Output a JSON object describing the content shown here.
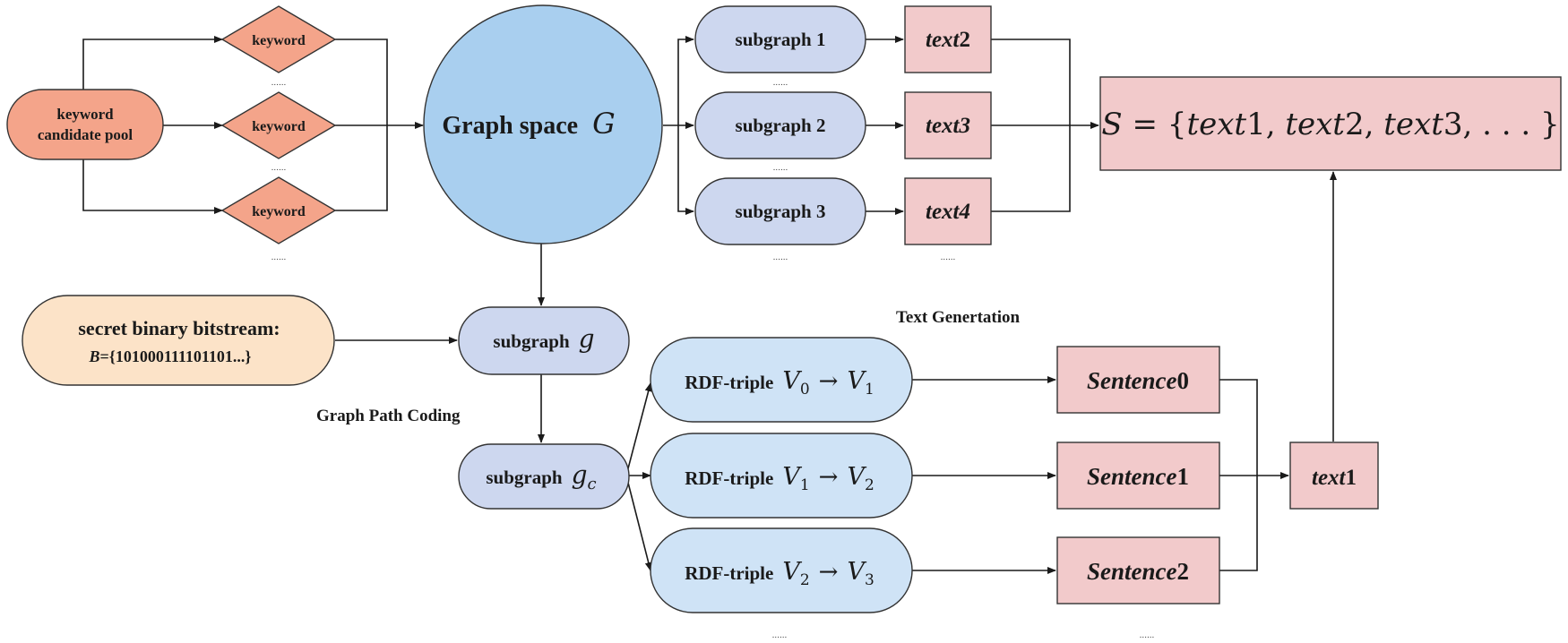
{
  "colors": {
    "orange_fill": "#F4A48A",
    "blue_circle": "#A9CFEF",
    "lavender_fill": "#CDD7EF",
    "light_blue_fill": "#CFE3F6",
    "pink_fill": "#F2CACB",
    "cream_fill": "#FCE3C8",
    "stroke": "#333333"
  },
  "ellipsis": "......",
  "keyword_pool": {
    "line1": "keyword",
    "line2": "candidate pool"
  },
  "keyword_nodes": [
    "keyword",
    "keyword",
    "keyword"
  ],
  "graph_space": {
    "label": "Graph space",
    "symbol": "G"
  },
  "subgraphs": [
    "subgraph 1",
    "subgraph 2",
    "subgraph 3"
  ],
  "texts": [
    {
      "italic": "text",
      "num": "2"
    },
    {
      "italic": "text3",
      "num": ""
    },
    {
      "italic": "text4",
      "num": ""
    }
  ],
  "set_box": {
    "lhs": "S",
    "eq": " = {",
    "items": [
      {
        "i": "text",
        "n": "1"
      },
      {
        "i": "text",
        "n": "2"
      },
      {
        "i": "text",
        "n": "3"
      }
    ],
    "tail": ", . . . }"
  },
  "secret": {
    "line1": "secret binary bitstream:",
    "var": "B",
    "value": "={101000111101101...}"
  },
  "subgraph_g": {
    "label": "subgraph",
    "symbol": "g"
  },
  "subgraph_gc": {
    "label": "subgraph",
    "symbol": "g",
    "sub": "c"
  },
  "graph_path_coding": "Graph Path Coding",
  "text_generation": "Text Genertation",
  "rdf_triples": [
    {
      "label": "RDF-triple",
      "v_from": "V",
      "from_sub": "0",
      "arrow": "→",
      "v_to": "V",
      "to_sub": "1"
    },
    {
      "label": "RDF-triple",
      "v_from": "V",
      "from_sub": "1",
      "arrow": "→",
      "v_to": "V",
      "to_sub": "2"
    },
    {
      "label": "RDF-triple",
      "v_from": "V",
      "from_sub": "2",
      "arrow": "→",
      "v_to": "V",
      "to_sub": "3"
    }
  ],
  "sentences": [
    {
      "italic": "Sentence",
      "num": "0"
    },
    {
      "italic": "Sentence",
      "num": "1"
    },
    {
      "italic": "Sentence",
      "num": "2"
    }
  ],
  "text1": {
    "italic": "text",
    "num": "1"
  }
}
